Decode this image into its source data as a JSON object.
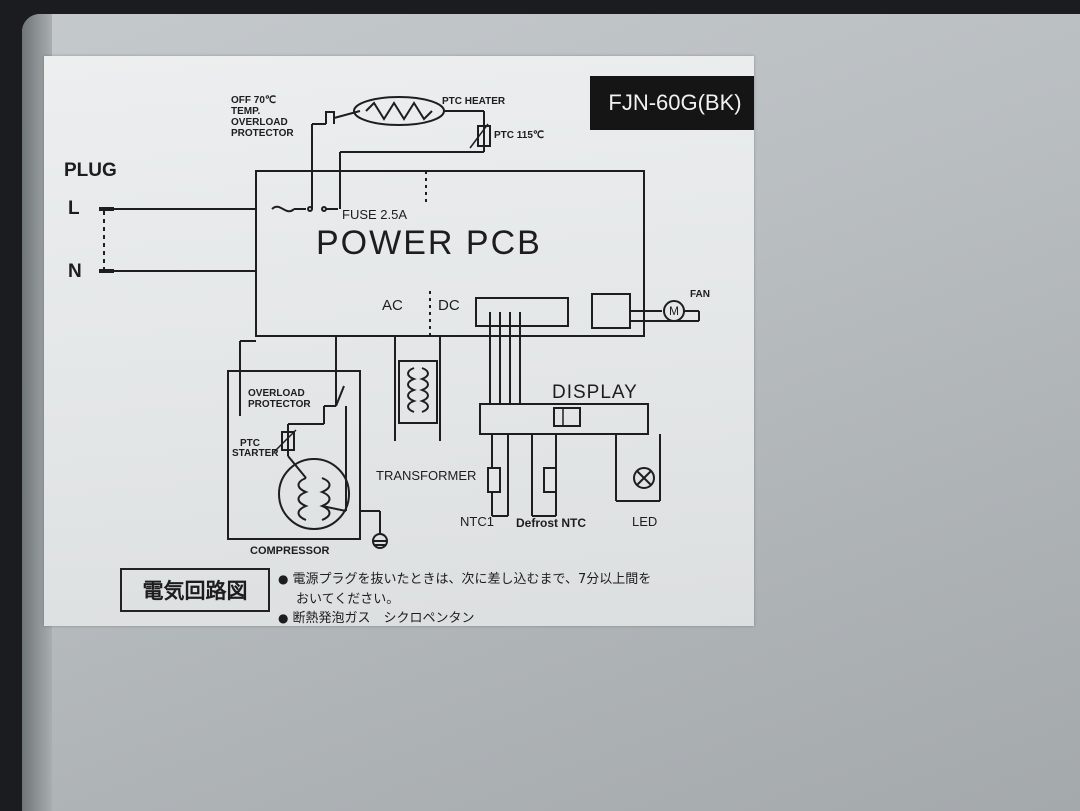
{
  "model": "FJN-60G(BK)",
  "plug": {
    "title": "PLUG",
    "l": "L",
    "n": "N"
  },
  "top": {
    "off_temp": "OFF 70℃",
    "temp": "TEMP.",
    "overload": "OVERLOAD",
    "protector": "PROTECTOR",
    "ptc_heater": "PTC HEATER",
    "ptc_115": "PTC 115℃"
  },
  "fuse": "FUSE 2.5A",
  "power_pcb": "POWER PCB",
  "ac": "AC",
  "dc": "DC",
  "fan": "FAN",
  "motor_symbol": "M",
  "display": "DISPLAY",
  "compressor_block": {
    "overload": "OVERLOAD",
    "protector": "PROTECTOR",
    "ptc": "PTC",
    "starter": "STARTER",
    "compressor": "COMPRESSOR"
  },
  "transformer": "TRANSFORMER",
  "ntc1": "NTC1",
  "defrost_ntc": "Defrost NTC",
  "led": "LED",
  "jp_title": "電気回路図",
  "notes": [
    "電源プラグを抜いたときは、次に差し込むまで、7分以上間を",
    "おいてください。",
    "断熱発泡ガス　シクロペンタン"
  ],
  "bullet": "●"
}
